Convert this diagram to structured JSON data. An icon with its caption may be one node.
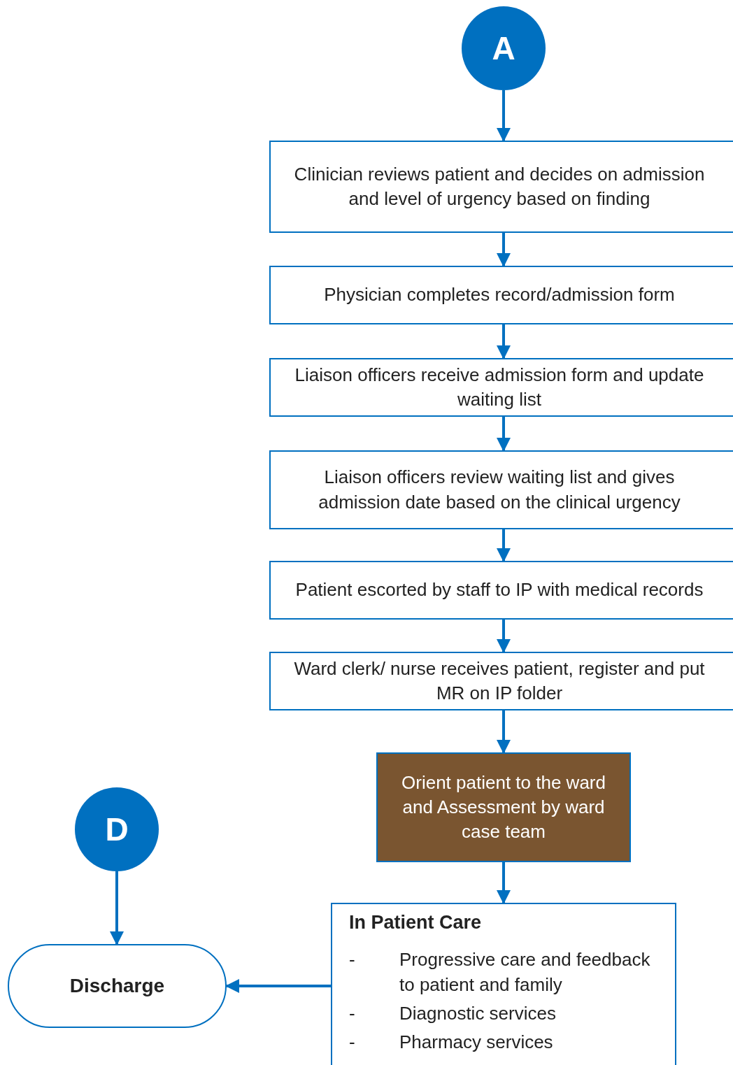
{
  "diagram": {
    "nodes": [
      {
        "text": [
          "A"
        ]
      },
      {
        "text": [
          "Clinician reviews patient and decides on admission and level of urgency based on finding"
        ]
      },
      {
        "text": [
          "Physician completes record/admission form"
        ]
      },
      {
        "text": [
          "Liaison officers receive admission form and update waiting list"
        ]
      },
      {
        "text": [
          "Liaison officers review waiting list and gives admission date based on the clinical urgency"
        ]
      },
      {
        "text": [
          "Patient escorted by staff to IP with medical records"
        ]
      },
      {
        "text": [
          "Ward clerk/ nurse receives patient, register and put MR on IP folder"
        ]
      },
      {
        "text": [
          "Orient patient to the ward and Assessment by ward case team"
        ]
      },
      {
        "text": [
          "In Patient Care",
          "-",
          "Progressive care and feedback to patient and family",
          "-",
          "Diagnostic services",
          "-",
          "Pharmacy services"
        ]
      },
      {
        "text": [
          "D"
        ]
      },
      {
        "text": [
          "Discharge"
        ]
      }
    ],
    "edges": [
      {
        "from": 0,
        "to": 1,
        "arrow": "to"
      },
      {
        "from": 1,
        "to": 2,
        "arrow": "to"
      },
      {
        "from": 2,
        "to": 3,
        "arrow": "to"
      },
      {
        "from": 3,
        "to": 4,
        "arrow": "to"
      },
      {
        "from": 4,
        "to": 5,
        "arrow": "to"
      },
      {
        "from": 5,
        "to": 6,
        "arrow": "to"
      },
      {
        "from": 6,
        "to": 7,
        "arrow": "to"
      },
      {
        "from": 7,
        "to": 8,
        "arrow": "to"
      },
      {
        "from": 9,
        "to": 10,
        "arrow": "to"
      },
      {
        "from": 8,
        "to": 10,
        "arrow": "to"
      }
    ]
  }
}
